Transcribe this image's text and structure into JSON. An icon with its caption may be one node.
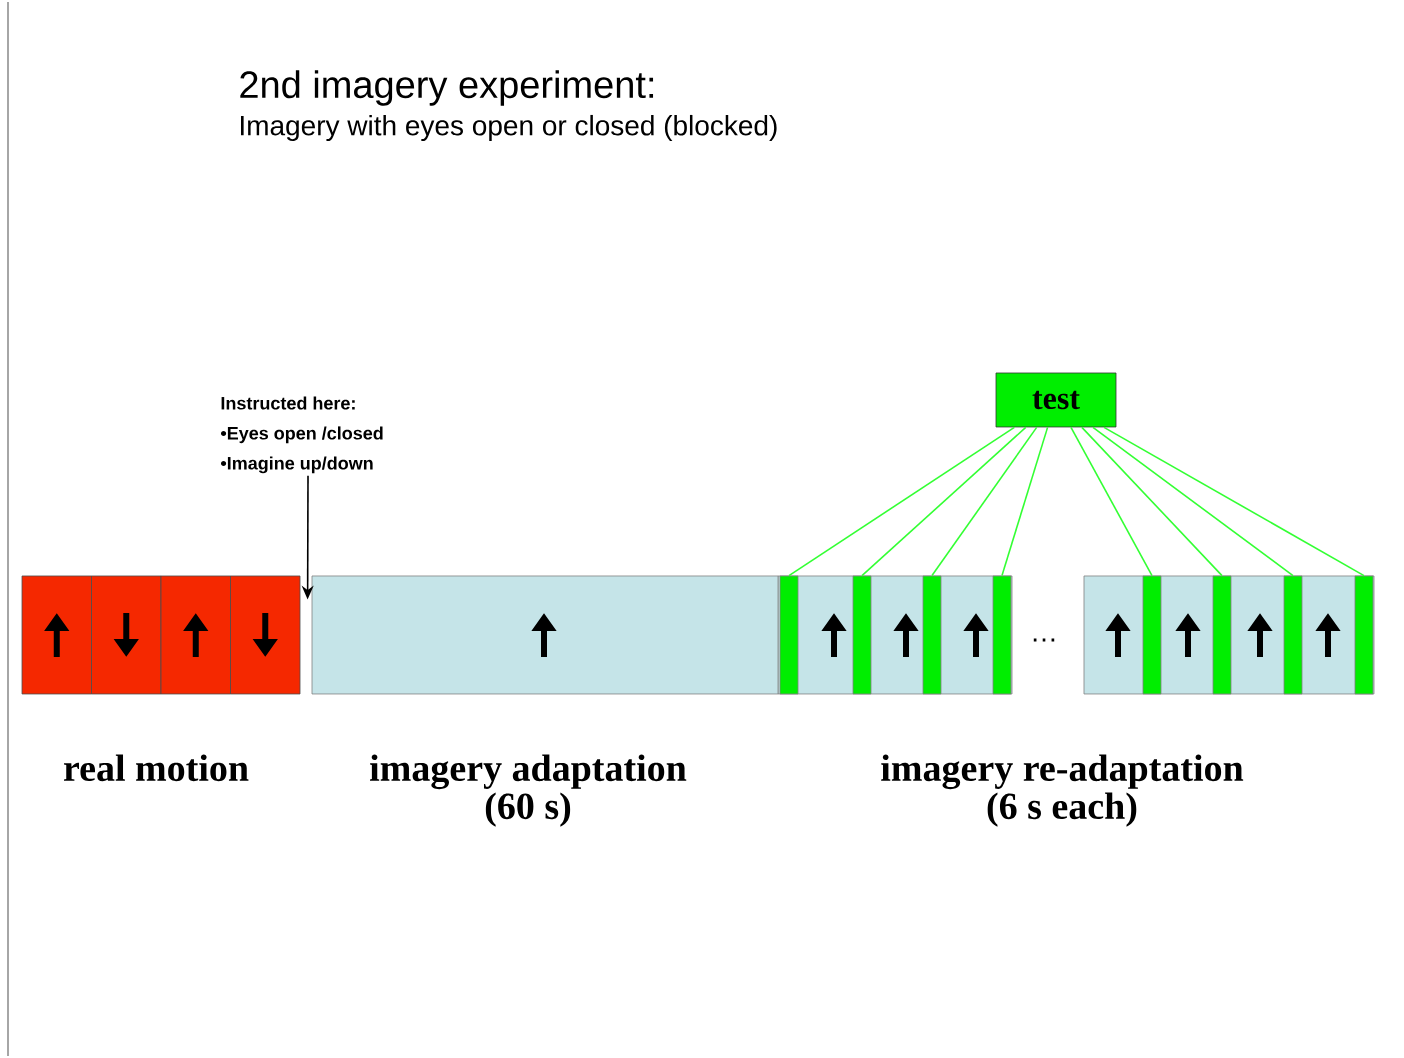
{
  "diagram": {
    "title": "2nd imagery experiment:",
    "nodes": [
      {
        "text": [
          "test"
        ]
      },
      {
        "text": [
          "Instructed here:",
          "•Eyes open /closed",
          "•Imagine up/down"
        ]
      },
      {
        "text": [],
        "shape": "bar"
      },
      {
        "text": [],
        "shape": "bar"
      },
      {
        "text": [],
        "shape": "bar"
      },
      {
        "text": [],
        "shape": "bar"
      },
      {
        "text": [],
        "shape": "bar"
      },
      {
        "text": [],
        "shape": "bar"
      },
      {
        "text": [],
        "shape": "bar"
      },
      {
        "text": [],
        "shape": "bar"
      },
      {
        "text": [],
        "shape": "box"
      }
    ],
    "edges": [
      {
        "from": 0,
        "to": 2,
        "arrow": "none"
      },
      {
        "from": 0,
        "to": 3,
        "arrow": "none"
      },
      {
        "from": 0,
        "to": 4,
        "arrow": "none"
      },
      {
        "from": 0,
        "to": 5,
        "arrow": "none"
      },
      {
        "from": 0,
        "to": 6,
        "arrow": "none"
      },
      {
        "from": 0,
        "to": 7,
        "arrow": "none"
      },
      {
        "from": 0,
        "to": 8,
        "arrow": "none"
      },
      {
        "from": 0,
        "to": 9,
        "arrow": "none"
      },
      {
        "from": 1,
        "to": 10,
        "arrow": "to",
        "color": "#000000"
      }
    ],
    "labels": [
      "Imagery with eyes open or closed (blocked)",
      "…",
      "real motion",
      "imagery adaptation (60 s)",
      "imagery re-adaptation (6 s each)"
    ]
  }
}
